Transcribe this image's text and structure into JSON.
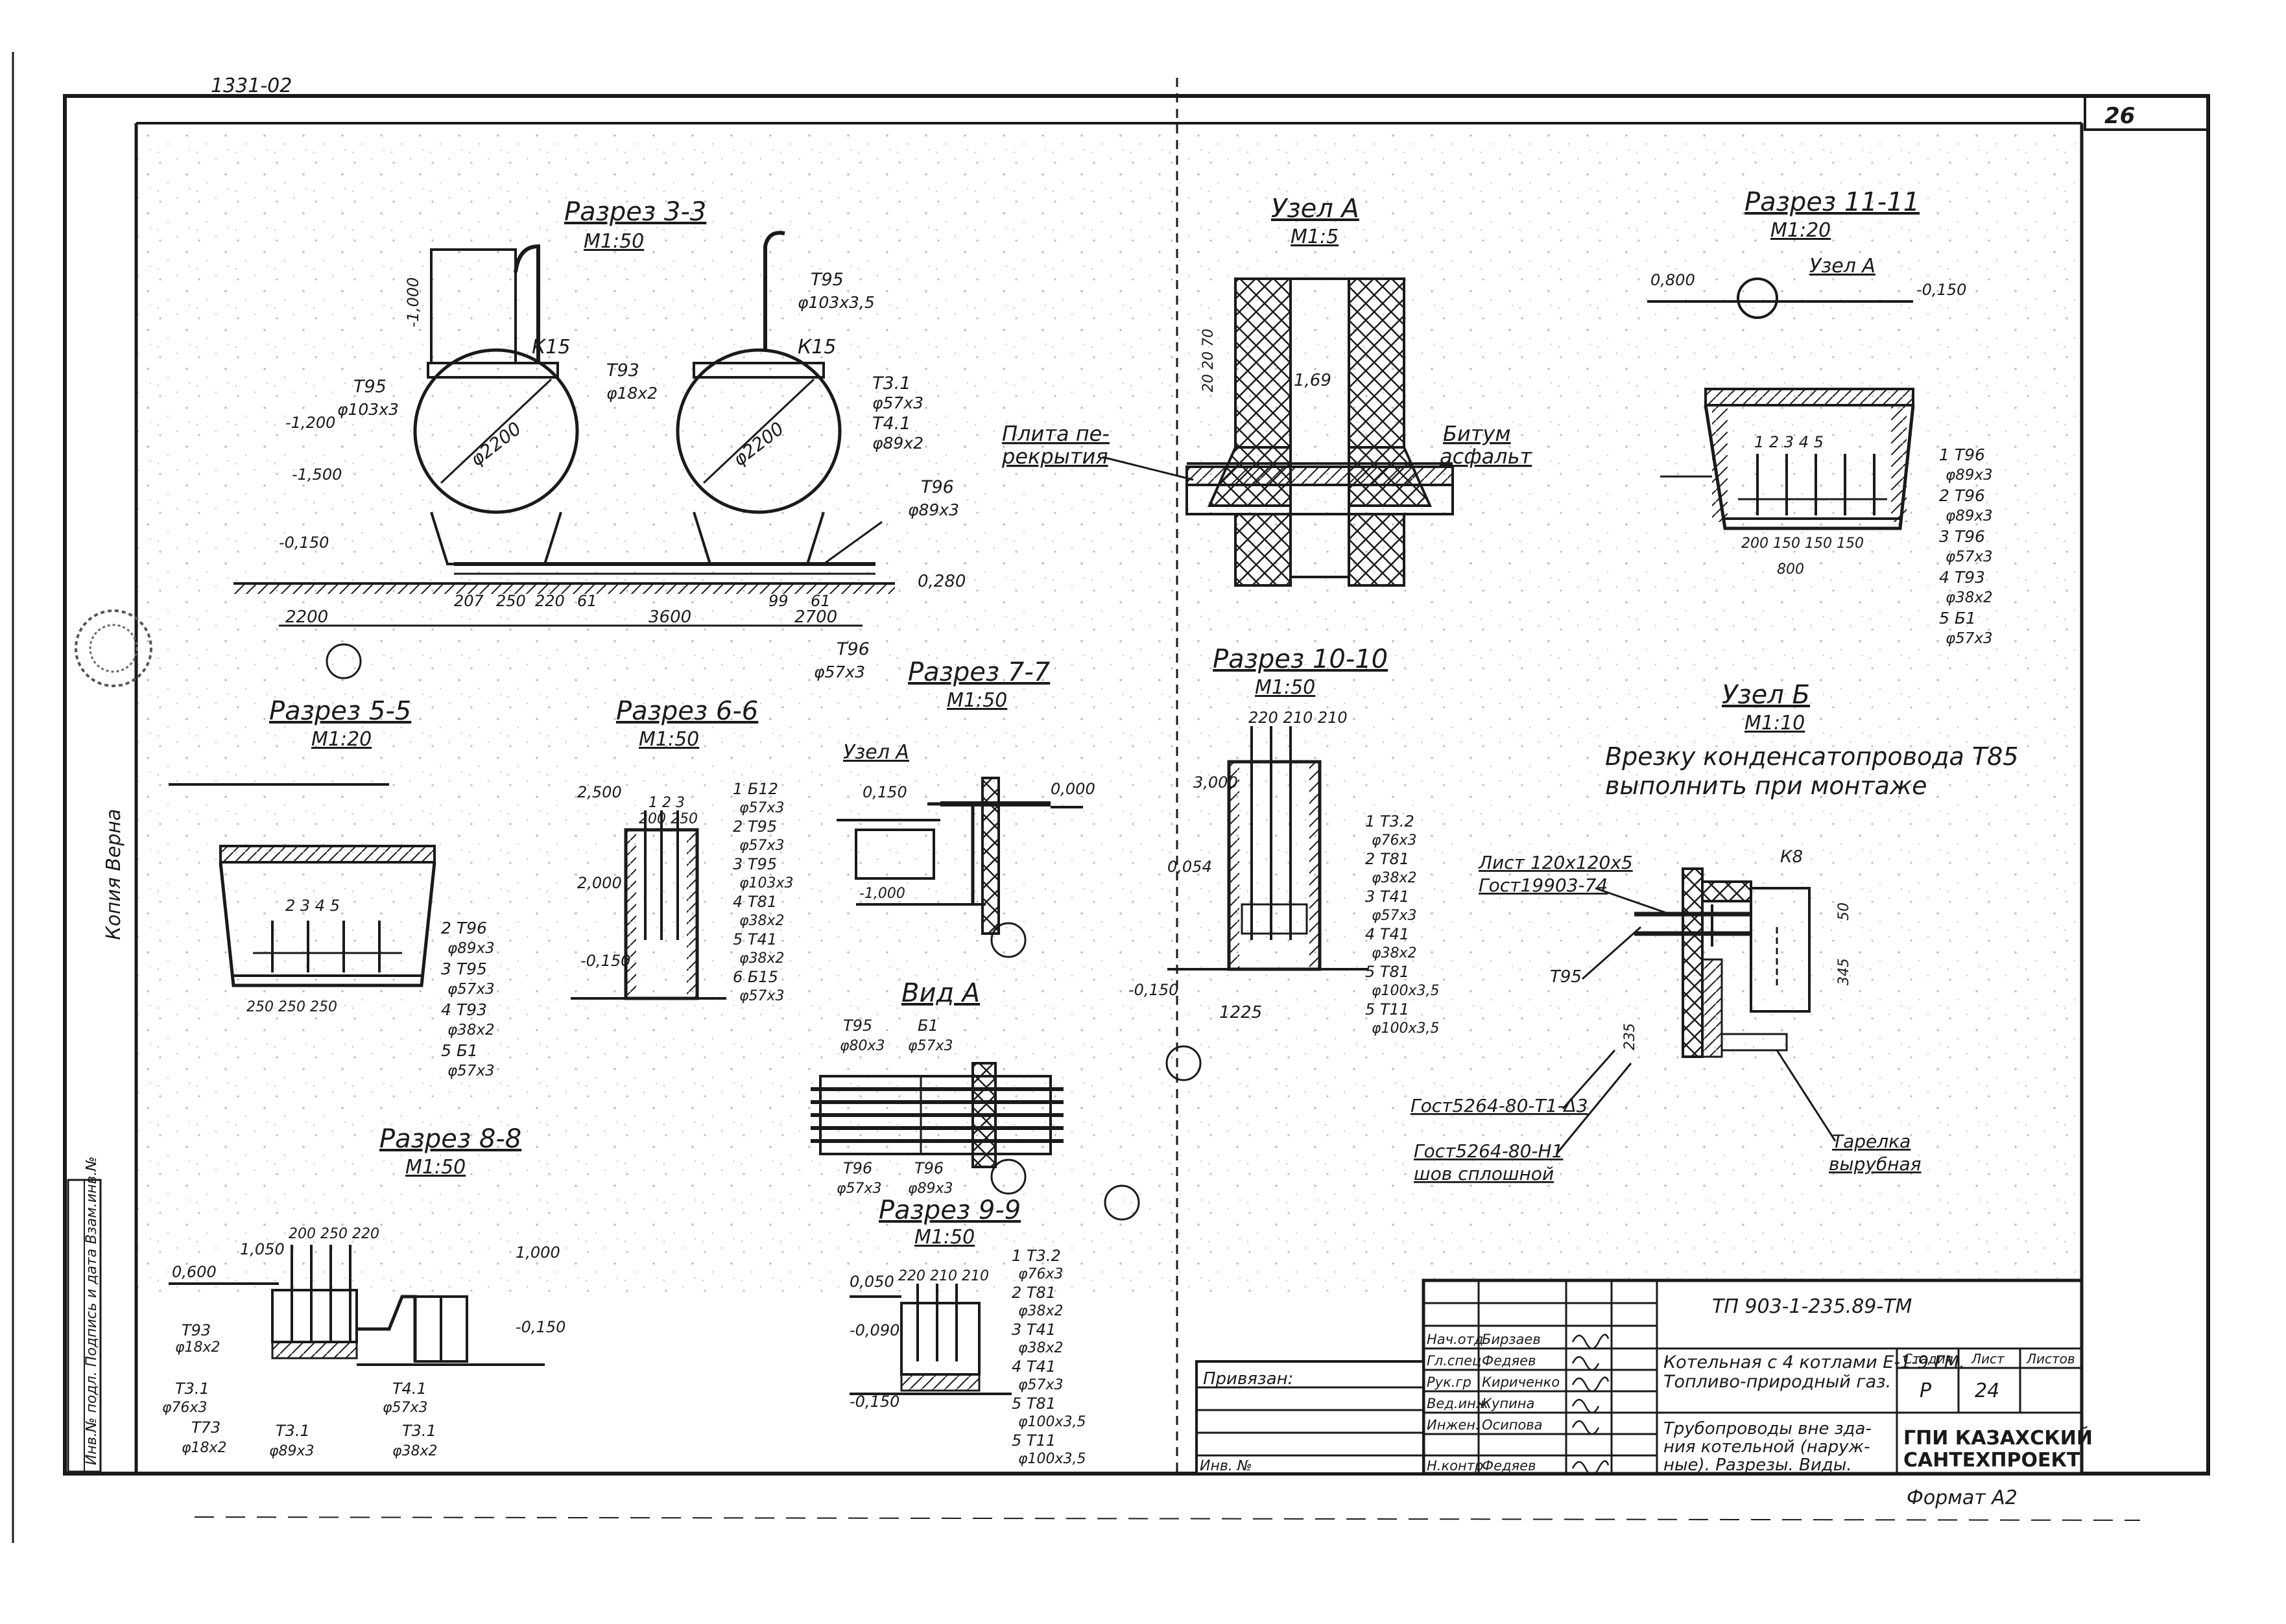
{
  "sheet": {
    "top_left_code": "1331-02",
    "sheet_number": "26",
    "format": "Формат А2",
    "left_strip_text": "Копия Верна"
  },
  "views": {
    "section_3_3": {
      "title": "Разрез 3-3",
      "scale": "М1:50"
    },
    "node_a": {
      "title": "Узел А",
      "scale": "М1:5"
    },
    "section_11_11": {
      "title": "Разрез 11-11",
      "scale": "М1:20"
    },
    "section_5_5": {
      "title": "Разрез 5-5",
      "scale": "М1:20"
    },
    "section_6_6": {
      "title": "Разрез 6-6",
      "scale": "М1:50"
    },
    "section_7_7": {
      "title": "Разрез 7-7",
      "scale": "М1:50"
    },
    "section_10_10": {
      "title": "Разрез 10-10",
      "scale": "М1:50"
    },
    "node_b": {
      "title": "Узел Б",
      "scale": "М1:10"
    },
    "view_a": {
      "title": "Вид А"
    },
    "section_8_8": {
      "title": "Разрез 8-8",
      "scale": "М1:50"
    },
    "section_9_9": {
      "title": "Разрез 9-9",
      "scale": "М1:50"
    }
  },
  "note": {
    "line1": "Врезку конденсатопровода Т85",
    "line2": "выполнить при монтаже"
  },
  "labels": {
    "plate_label": "Плита пе-",
    "plate_label2": "рекрытия",
    "bitum_label": "Битум",
    "bitum_label2": "асфальт",
    "tank_k15": "К15",
    "dia_2200": "φ2200",
    "node_a_ref": "Узел А",
    "sheet_label": "Лист 120х120х5",
    "gost_19903": "Гост19903-74",
    "gost_5264_a": "Гост5264-80-Т1-Δ3",
    "gost_5264_b": "Гост5264-80-Н1",
    "seam": "шов сплошной",
    "tarelka": "Тарелка",
    "tarelka2": "вырубная",
    "k8": "К8",
    "t95": "Т95"
  },
  "pipe_specs_3_3": [
    {
      "code": "Т95",
      "dia": "φ103х3"
    },
    {
      "code": "Т93",
      "dia": "φ18х2"
    },
    {
      "code": "Т95",
      "dia": "φ103х3,5"
    },
    {
      "code": "Т3.1",
      "dia": "φ57х3"
    },
    {
      "code": "Т4.1",
      "dia": "φ89х2"
    },
    {
      "code": "Т96",
      "dia": "φ89х3"
    },
    {
      "code": "Т96",
      "dia": "φ57х3"
    }
  ],
  "elevations_3_3": [
    "-1,200",
    "-1,500",
    "-0,150",
    "-1,000"
  ],
  "dims_3_3": [
    "2200",
    "207",
    "250",
    "220",
    "61",
    "3600",
    "2700",
    "99",
    "61"
  ],
  "dim_0280": "0,280",
  "pipe_specs_11_11": [
    "1 Т96",
    "φ89х3",
    "2 Т96",
    "φ89х3",
    "3 Т96",
    "φ57х3",
    "4 Т93",
    "φ38х2",
    "5 Б1",
    "φ57х3"
  ],
  "elev_11_11": [
    "0,800",
    "-0,150"
  ],
  "pipe_specs_5_5": [
    "2 Т96",
    "φ89х3",
    "3 Т95",
    "φ57х3",
    "4 Т93",
    "φ38х2",
    "5 Б1",
    "φ57х3"
  ],
  "pipe_specs_6_6": [
    "1 Б12",
    "φ57х3",
    "2 Т95",
    "φ57х3",
    "3 Т95",
    "φ103х3",
    "4 Т81",
    "φ38х2",
    "5 Т41",
    "φ38х2",
    "6 Б15",
    "φ57х3"
  ],
  "elev_6_6": [
    "2,500",
    "2,000",
    "-0,150"
  ],
  "elev_7_7": [
    "0,150",
    "0,000",
    "-1,000"
  ],
  "pipe_specs_10_10": [
    "1 Т3.2",
    "φ76х3",
    "2 Т81",
    "φ38х2",
    "3 Т41",
    "φ57х3",
    "4 Т41",
    "φ38х2",
    "5 Т81",
    "φ100х3,5",
    "5 Т11",
    "φ100х3,5"
  ],
  "elev_10_10": [
    "3,000",
    "0,054",
    "-0,150"
  ],
  "dims_10_10": [
    "220",
    "210",
    "210",
    "1225"
  ],
  "view_a_specs": [
    "Т95",
    "φ80х3",
    "Б1",
    "φ57х3",
    "Т96",
    "φ57х3",
    "Т96",
    "φ89х3"
  ],
  "pipe_specs_8_8": [
    "Т93",
    "φ18х2",
    "Т3.1",
    "φ76х3",
    "Т73",
    "φ18х2",
    "Т3.1",
    "φ89х3",
    "Т4.1",
    "φ57х3",
    "Т3.1",
    "φ38х2"
  ],
  "elev_8_8": [
    "0,600",
    "1,050",
    "1,000",
    "-0,150"
  ],
  "pipe_specs_9_9": [
    "1 Т3.2",
    "φ76х3",
    "2 Т81",
    "φ38х2",
    "3 Т41",
    "φ38х2",
    "4 Т41",
    "φ57х3",
    "5 Т81",
    "φ100х3,5",
    "5 Т11",
    "φ100х3,5"
  ],
  "elev_9_9": [
    "0,050",
    "-0,090",
    "-0,150"
  ],
  "titleblock": {
    "doc_code": "ТП 903-1-235.89-ТМ",
    "title_line1": "Котельная с 4 котлами Е-1-9 ГМ.",
    "title_line2": "Топливо-природный газ.",
    "sheet_title1": "Трубопроводы вне зда-",
    "sheet_title2": "ния котельной (наруж-",
    "sheet_title3": "ные). Разрезы. Виды.",
    "stage_label": "Стадия",
    "sheet_label": "Лист",
    "sheets_label": "Листов",
    "stage": "Р",
    "sheet_no": "24",
    "org1": "ГПИ КАЗАХСКИЙ",
    "org2": "САНТЕХПРОЕКТ",
    "privyazan": "Привязан:",
    "inv": "Инв. №",
    "roles": [
      {
        "role": "Нач.отд",
        "name": "Бирзаев"
      },
      {
        "role": "Гл.спец",
        "name": "Федяев"
      },
      {
        "role": "Рук.гр",
        "name": "Кириченко"
      },
      {
        "role": "Вед.инж",
        "name": "Купина"
      },
      {
        "role": "Инжен.",
        "name": "Осипова"
      },
      {
        "role": "Н.контр",
        "name": "Федяев"
      }
    ]
  },
  "margin_stamp": "Инв.№ подл. Подпись и дата Взам.инв.№"
}
